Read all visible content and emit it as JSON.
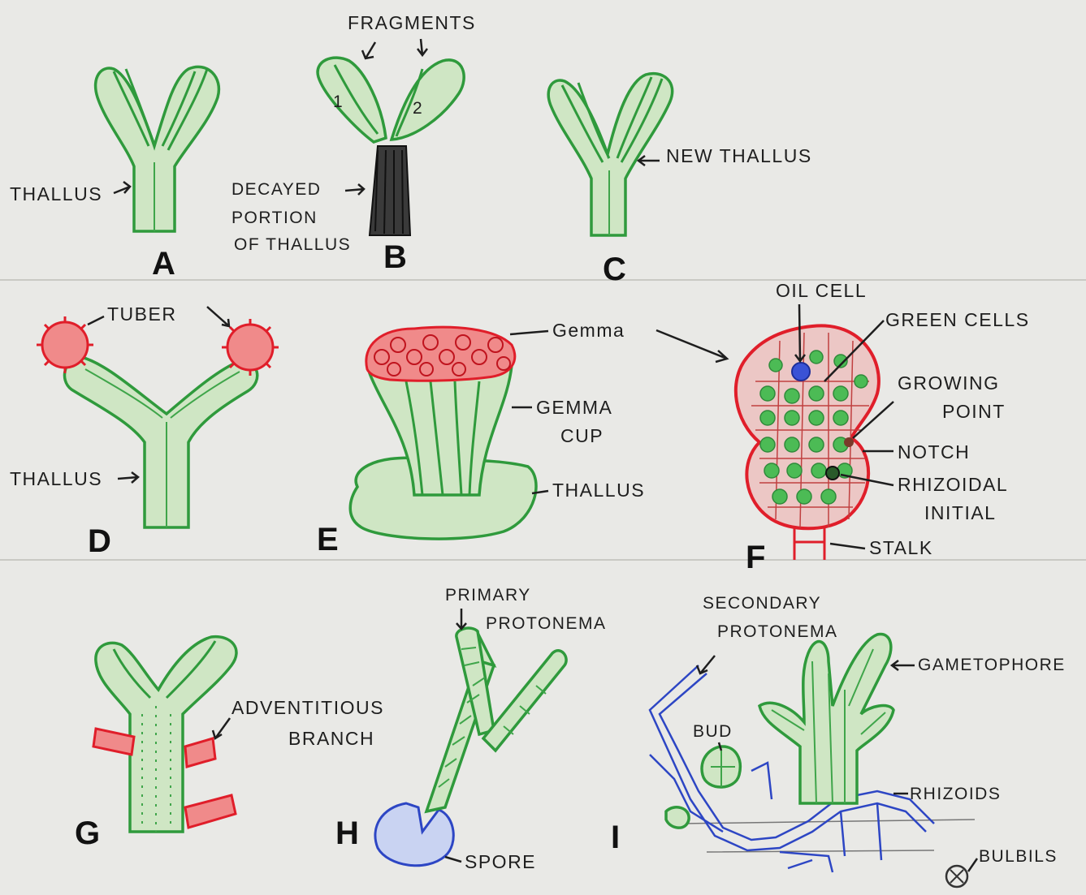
{
  "labels": {
    "a_thallus": "THALLUS",
    "b_fragments": "FRAGMENTS",
    "b_frag1": "1",
    "b_frag2": "2",
    "b_decayed1": "DECAYED",
    "b_decayed2": "PORTION",
    "b_decayed3": "OF THALLUS",
    "c_new_thallus": "NEW THALLUS",
    "d_tuber": "TUBER",
    "d_thallus": "THALLUS",
    "e_gemma": "Gemma",
    "e_gemma_cup1": "GEMMA",
    "e_gemma_cup2": "CUP",
    "e_thallus": "THALLUS",
    "f_oil_cell": "OIL CELL",
    "f_green_cells": "GREEN CELLS",
    "f_growing1": "GROWING",
    "f_growing2": "POINT",
    "f_notch": "NOTCH",
    "f_rhizoidal1": "RHIZOIDAL",
    "f_rhizoidal2": "INITIAL",
    "f_stalk": "STALK",
    "g_adventitious1": "ADVENTITIOUS",
    "g_adventitious2": "BRANCH",
    "h_primary1": "PRIMARY",
    "h_primary2": "PROTONEMA",
    "h_spore": "SPORE",
    "i_secondary1": "SECONDARY",
    "i_secondary2": "PROTONEMA",
    "i_gametophore": "GAMETOPHORE",
    "i_bud": "BUD",
    "i_rhizoids": "RHIZOIDS",
    "i_bulbils": "BULBILS"
  },
  "panel_letters": {
    "A": "A",
    "B": "B",
    "C": "C",
    "D": "D",
    "E": "E",
    "F": "F",
    "G": "G",
    "H": "H",
    "I": "I"
  },
  "colors": {
    "thallus_green": "#2f9a3c",
    "thallus_fill": "#cfe6c4",
    "tuber_red": "#e01e2a",
    "protonema_blue": "#2d46c4",
    "decayed_dark": "#2a2a2a",
    "oil_cell_blue": "#3a52d6"
  },
  "icons": {
    "arrow": "hand-drawn-arrow"
  }
}
